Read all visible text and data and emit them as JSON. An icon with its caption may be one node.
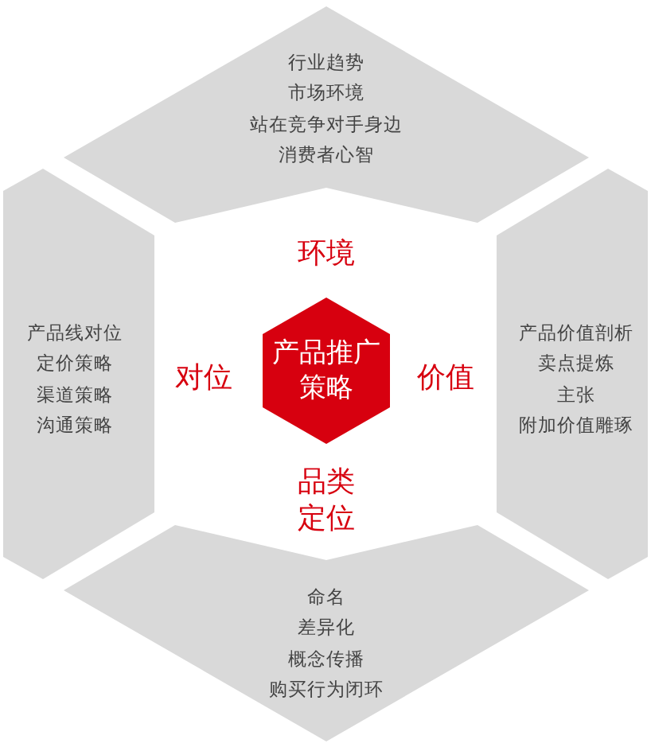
{
  "diagram": {
    "nodes": [
      {
        "text": [
          "产品推广策略"
        ]
      },
      {
        "text": [
          "行业趋势",
          "市场环境",
          "站在竞争对手身边",
          "消费者心智",
          "环境"
        ]
      },
      {
        "text": [
          "价值",
          "产品价值剖析",
          "卖点提炼",
          "主张",
          "附加价值雕琢"
        ]
      },
      {
        "text": [
          "品类定位",
          "命名",
          "差异化",
          "概念传播",
          "购买行为闭环"
        ]
      },
      {
        "text": [
          "对位",
          "产品线对位",
          "定价策略",
          "渠道策略",
          "沟通策略"
        ]
      }
    ]
  }
}
